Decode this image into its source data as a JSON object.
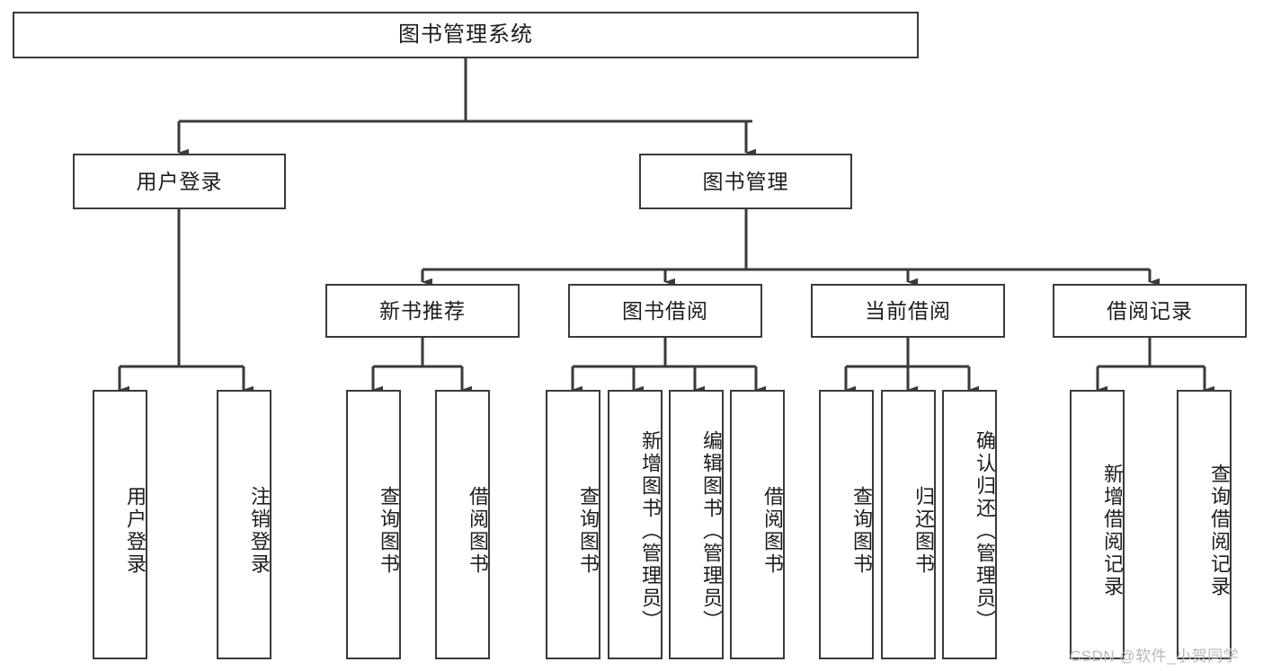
{
  "diagram": {
    "type": "tree-hierarchy-chart",
    "title": "图书管理系统",
    "watermark": "CSDN @软件_小贺同学",
    "colors": {
      "stroke": "#3a3a3a",
      "fill": "#ffffff",
      "text": "#1d1d1d",
      "watermark": "#b9b9b9"
    },
    "nodes": {
      "root": {
        "label": "图书管理系统"
      },
      "level2": [
        {
          "id": "user-login",
          "label": "用户登录"
        },
        {
          "id": "book-manage",
          "label": "图书管理"
        }
      ],
      "level3": [
        {
          "id": "new-book-recommend",
          "label": "新书推荐"
        },
        {
          "id": "book-borrow",
          "label": "图书借阅"
        },
        {
          "id": "current-borrow",
          "label": "当前借阅"
        },
        {
          "id": "borrow-record",
          "label": "借阅记录"
        }
      ],
      "leaves": {
        "user-login": [
          {
            "id": "leaf-user-login",
            "label": "用户登录"
          },
          {
            "id": "leaf-user-logout",
            "label": "注销登录"
          }
        ],
        "new-book-recommend": [
          {
            "id": "leaf-query-book-1",
            "label": "查询图书"
          },
          {
            "id": "leaf-borrow-book-1",
            "label": "借阅图书"
          }
        ],
        "book-borrow": [
          {
            "id": "leaf-query-book-2",
            "label": "查询图书"
          },
          {
            "id": "leaf-add-book",
            "label": "新增图书（管理员）"
          },
          {
            "id": "leaf-edit-book",
            "label": "编辑图书（管理员）"
          },
          {
            "id": "leaf-borrow-book-2",
            "label": "借阅图书"
          }
        ],
        "current-borrow": [
          {
            "id": "leaf-query-book-3",
            "label": "查询图书"
          },
          {
            "id": "leaf-return-book",
            "label": "归还图书"
          },
          {
            "id": "leaf-confirm-return",
            "label": "确认归还（管理员）"
          }
        ],
        "borrow-record": [
          {
            "id": "leaf-add-record",
            "label": "新增借阅记录"
          },
          {
            "id": "leaf-query-record",
            "label": "查询借阅记录"
          }
        ]
      }
    }
  }
}
